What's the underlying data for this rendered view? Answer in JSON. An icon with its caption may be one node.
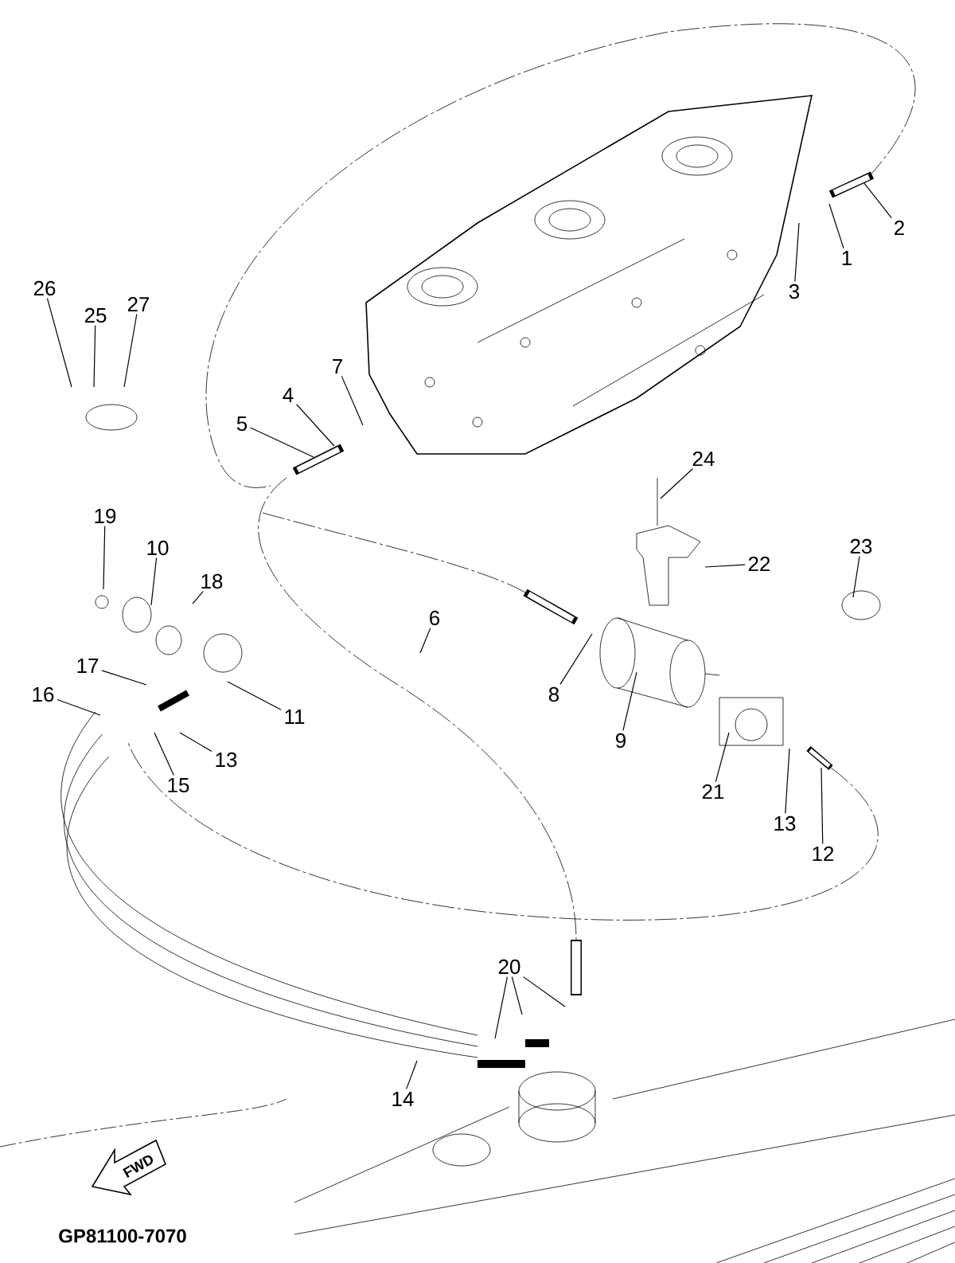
{
  "diagram": {
    "nodes": [
      {
        "text": [
          "2"
        ]
      },
      {
        "text": [
          "1"
        ]
      },
      {
        "text": [
          "3"
        ]
      },
      {
        "text": [
          "26"
        ]
      },
      {
        "text": [
          "27"
        ]
      },
      {
        "text": [
          "25"
        ]
      },
      {
        "text": [
          "7"
        ]
      },
      {
        "text": [
          "4"
        ]
      },
      {
        "text": [
          "5"
        ]
      },
      {
        "text": [
          "24"
        ]
      },
      {
        "text": [
          "19"
        ]
      },
      {
        "text": [
          "22"
        ]
      },
      {
        "text": [
          "10"
        ]
      },
      {
        "text": [
          "23"
        ]
      },
      {
        "text": [
          "18"
        ]
      },
      {
        "text": [
          "6"
        ]
      },
      {
        "text": [
          "8"
        ]
      },
      {
        "text": [
          "17"
        ]
      },
      {
        "text": [
          "11"
        ]
      },
      {
        "text": [
          "16"
        ]
      },
      {
        "text": [
          "9"
        ]
      },
      {
        "text": [
          "13"
        ]
      },
      {
        "text": [
          "15"
        ]
      },
      {
        "text": [
          "21"
        ]
      },
      {
        "text": [
          "13"
        ]
      },
      {
        "text": [
          "12"
        ]
      },
      {
        "text": [
          "20"
        ]
      },
      {
        "text": [
          "14"
        ]
      }
    ],
    "edges": [
      {
        "from": 0,
        "to": null,
        "arrow": "none"
      },
      {
        "from": 1,
        "to": null,
        "arrow": "none"
      },
      {
        "from": 2,
        "to": null,
        "arrow": "none"
      },
      {
        "from": 3,
        "to": null,
        "arrow": "none"
      },
      {
        "from": 4,
        "to": null,
        "arrow": "none"
      },
      {
        "from": 5,
        "to": null,
        "arrow": "none"
      },
      {
        "from": 6,
        "to": null,
        "arrow": "none"
      },
      {
        "from": 7,
        "to": null,
        "arrow": "none"
      },
      {
        "from": 8,
        "to": null,
        "arrow": "none"
      },
      {
        "from": 9,
        "to": null,
        "arrow": "none"
      },
      {
        "from": 10,
        "to": null,
        "arrow": "none"
      },
      {
        "from": 11,
        "to": null,
        "arrow": "none"
      },
      {
        "from": 12,
        "to": null,
        "arrow": "none"
      },
      {
        "from": 13,
        "to": null,
        "arrow": "none"
      },
      {
        "from": 14,
        "to": null,
        "arrow": "none"
      },
      {
        "from": 15,
        "to": null,
        "arrow": "none"
      },
      {
        "from": 16,
        "to": null,
        "arrow": "none"
      },
      {
        "from": 17,
        "to": null,
        "arrow": "none"
      },
      {
        "from": 18,
        "to": null,
        "arrow": "none"
      },
      {
        "from": 19,
        "to": null,
        "arrow": "none"
      },
      {
        "from": 20,
        "to": null,
        "arrow": "none"
      },
      {
        "from": 21,
        "to": null,
        "arrow": "none"
      },
      {
        "from": 22,
        "to": null,
        "arrow": "none"
      },
      {
        "from": 23,
        "to": null,
        "arrow": "none"
      },
      {
        "from": 24,
        "to": null,
        "arrow": "none"
      },
      {
        "from": 25,
        "to": null,
        "arrow": "none"
      },
      {
        "from": 26,
        "to": null,
        "arrow": "none"
      },
      {
        "from": 26,
        "to": null,
        "arrow": "none"
      },
      {
        "from": 26,
        "to": null,
        "arrow": "none"
      },
      {
        "from": 27,
        "to": null,
        "arrow": "none"
      }
    ],
    "labels": [
      "FWD",
      "GP81100-7070"
    ]
  }
}
